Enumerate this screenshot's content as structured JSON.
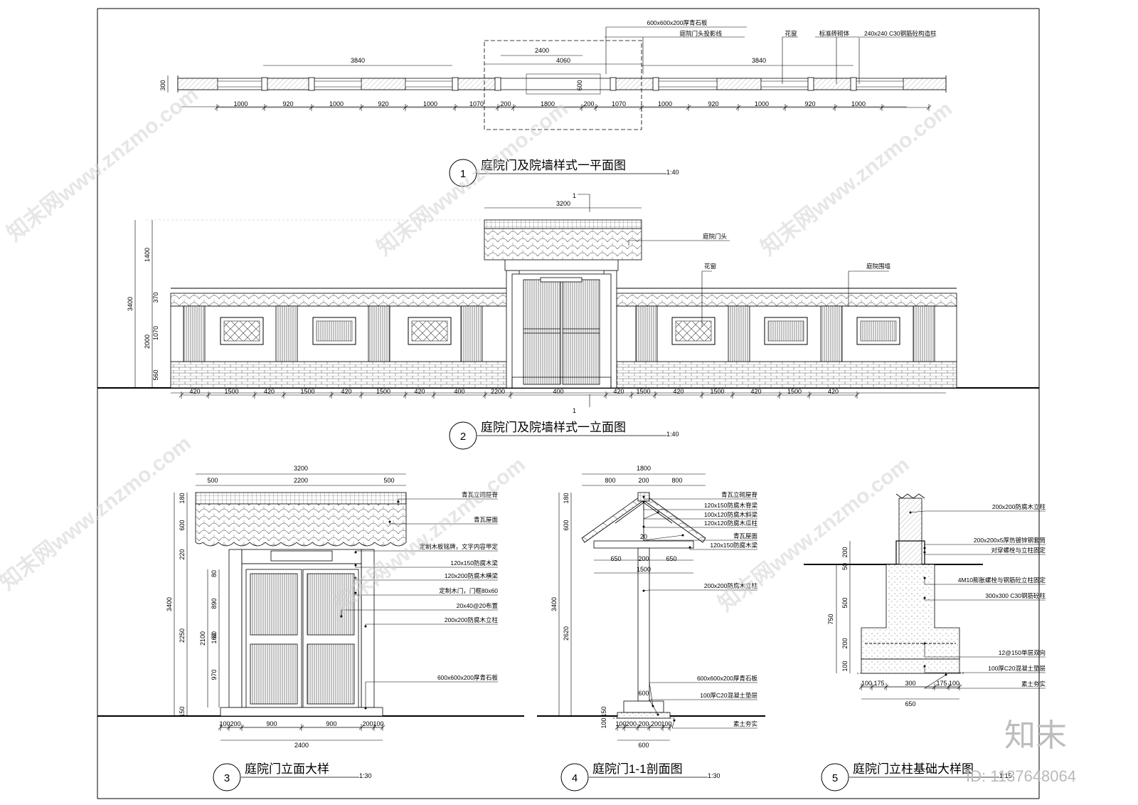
{
  "watermark": {
    "site": "知末网www.znzmo.com",
    "brand": "知末",
    "id": "ID: 1137648064"
  },
  "views": [
    {
      "num": "1",
      "title": "庭院门及院墙样式一平面图",
      "scale": "1:40"
    },
    {
      "num": "2",
      "title": "庭院门及院墙样式一立面图",
      "scale": "1:40"
    },
    {
      "num": "3",
      "title": "庭院门立面大样",
      "scale": "1:30"
    },
    {
      "num": "4",
      "title": "庭院门1-1剖面图",
      "scale": "1:30"
    },
    {
      "num": "5",
      "title": "庭院门立柱基础大样图",
      "scale": "1:15"
    }
  ],
  "plan": {
    "notes": [
      "600x600x200厚青石板",
      "庭院门头投影线",
      "花窗",
      "标准砖砌体",
      "240x240 C30钢筋砼构造柱"
    ],
    "dims_top": [
      "3840",
      "2400",
      "4060",
      "3840"
    ],
    "dims_bottom": [
      "1000",
      "920",
      "1000",
      "920",
      "1000",
      "1070",
      "200",
      "1800",
      "200",
      "1070",
      "1000",
      "920",
      "1000",
      "920",
      "1000"
    ],
    "dim_side": "300",
    "dim_600": "600"
  },
  "elev": {
    "notes": [
      "庭院门头",
      "花窗",
      "庭院围墙"
    ],
    "dim_top": "3200",
    "sec_mark": "1",
    "dims_left": [
      "1400",
      "370",
      "1070",
      "560"
    ],
    "dims_left_total": [
      "3400",
      "2000"
    ],
    "dims_bottom": [
      "420",
      "1500",
      "420",
      "1500",
      "420",
      "1500",
      "420",
      "400",
      "2200",
      "400",
      "420",
      "1500",
      "420",
      "1500",
      "420",
      "1500",
      "420"
    ]
  },
  "door": {
    "dims_top_total": "3200",
    "dims_top": [
      "500",
      "2200",
      "500"
    ],
    "dims_left": [
      "180",
      "600",
      "220",
      "2250",
      "150"
    ],
    "dims_left_total": "3400",
    "dims_inner": [
      "890",
      "160",
      "970"
    ],
    "dims_inner_total": "2100",
    "dims_small": [
      "80",
      "60"
    ],
    "dims_bottom": [
      "100",
      "200",
      "900",
      "900",
      "200",
      "100"
    ],
    "dims_bottom_total": "2400",
    "notes": [
      "青瓦立砌屋脊",
      "青瓦屋面",
      "定制木板铭牌，文字内容甲定",
      "120x150防腐木梁",
      "120x200防腐木横梁",
      "定制木门，门框80x60",
      "20x40@20布置",
      "200x200防腐木立柱",
      "600x600x200厚青石板"
    ]
  },
  "section": {
    "dims_top_total": "1800",
    "dims_top": [
      "800",
      "200",
      "800"
    ],
    "dims_mid": [
      "650",
      "200",
      "650"
    ],
    "dim_mid_total": "1500",
    "dims_left": [
      "180",
      "600",
      "2620"
    ],
    "dims_left_total": "3400",
    "dims_foot_left": [
      "150",
      "100"
    ],
    "dim_600": "600",
    "dim_20": "20",
    "dims_bottom": [
      "100",
      "200",
      "200",
      "200",
      "100"
    ],
    "dims_bottom_total": "600",
    "notes": [
      "青瓦立砌屋脊",
      "120x150防腐木脊梁",
      "100x120防腐木斜梁",
      "120x120防腐木瓜柱",
      "青瓦屋面",
      "120x150防腐木梁",
      "200x200防腐木立柱",
      "600x600x200厚青石板",
      "100厚C20混凝土垫层",
      "素土夯实"
    ]
  },
  "found": {
    "dims_left": [
      "200",
      "50",
      "500",
      "200",
      "100"
    ],
    "dims_left_total": "750",
    "dims_bottom": [
      "100",
      "175",
      "300",
      "175",
      "100"
    ],
    "dims_bottom_total": "650",
    "notes": [
      "200x200防腐木立柱",
      "200x200x5厚热镀锌钢套筒",
      "对穿螺栓与立柱固定",
      "4M10膨胀螺栓与钢筋砼立柱固定",
      "300x300 C30钢筋砼柱",
      "12@150单层双向",
      "100厚C20混凝土垫层",
      "素土夯实"
    ]
  }
}
